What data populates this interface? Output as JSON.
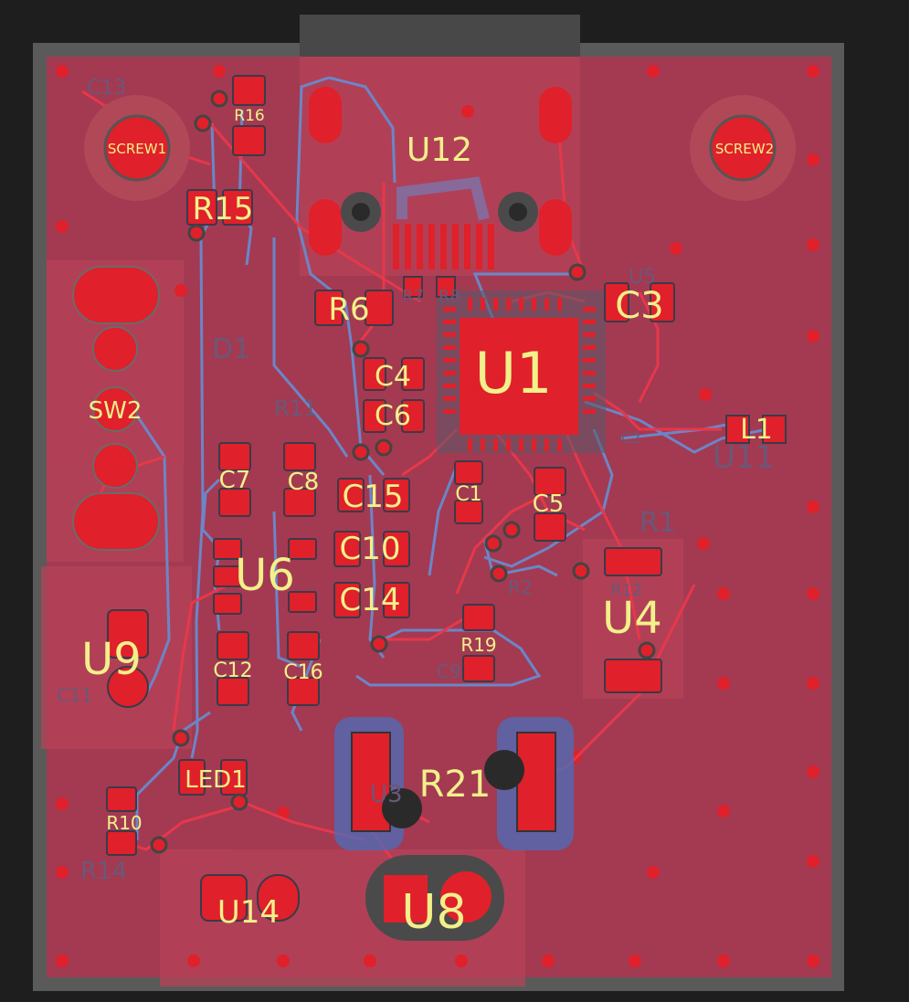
{
  "colors": {
    "background": "#1e1e1e",
    "board_outline": "#5a5a5a",
    "copper_pour": "#a33a52",
    "pad": "#e0202a",
    "pad_dark": "#c21a24",
    "trace_top": "#e8374a",
    "trace_bottom": "#6b86c8",
    "silkscreen_top": "#f2f08a",
    "silkscreen_bottom": "#6a5878",
    "via": "#888888",
    "courtyard": "#c05060"
  },
  "labels": {
    "screw1": "SCREW1",
    "screw2": "SCREW2",
    "r16": "R16",
    "r15": "R15",
    "u12": "U12",
    "r6": "R6",
    "c3": "C3",
    "u1": "U1",
    "c4": "C4",
    "c6": "C6",
    "sw2": "SW2",
    "l1": "L1",
    "c7": "C7",
    "c8": "C8",
    "c15": "C15",
    "c1": "C1",
    "c5": "C5",
    "u6": "U6",
    "c10": "C10",
    "c14": "C14",
    "u4": "U4",
    "u9": "U9",
    "c12": "C12",
    "c16": "C16",
    "r19": "R19",
    "led1": "LED1",
    "r21": "R21",
    "r10": "R10",
    "u14": "U14",
    "u8": "U8"
  },
  "back_labels": {
    "c13": "C13",
    "r7": "R7",
    "r8": "R8",
    "u5": "U5",
    "d1": "D1",
    "r11": "R11",
    "c2": "C2",
    "u11": "U11",
    "r1": "R1",
    "r2": "R2",
    "r12": "R12",
    "c9": "C9",
    "c11": "C11",
    "u3": "U3",
    "r14": "R14"
  }
}
